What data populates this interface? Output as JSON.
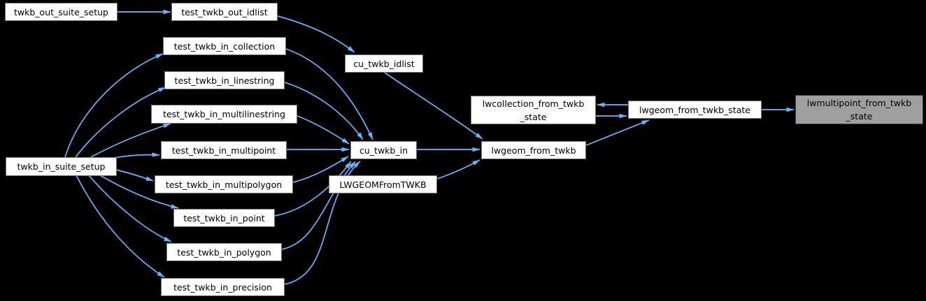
{
  "diagram": {
    "type": "call-graph",
    "background_color": "#000000",
    "edge_color": "#63b8ff",
    "node_fill": "#ffffff",
    "node_border": "#747474",
    "node_text_color": "#000000",
    "highlight_fill": "#9f9f9f",
    "highlight_border": "#3c3c3c",
    "highlighted_node": "lwmultipoint_from_twkb_state"
  },
  "nodes": {
    "twkb_out_suite_setup": {
      "label": "twkb_out_suite_setup"
    },
    "test_twkb_out_idlist": {
      "label": "test_twkb_out_idlist"
    },
    "cu_twkb_idlist": {
      "label": "cu_twkb_idlist"
    },
    "test_twkb_in_collection": {
      "label": "test_twkb_in_collection"
    },
    "test_twkb_in_linestring": {
      "label": "test_twkb_in_linestring"
    },
    "test_twkb_in_multilinestring": {
      "label": "test_twkb_in_multilinestring"
    },
    "test_twkb_in_multipoint": {
      "label": "test_twkb_in_multipoint"
    },
    "test_twkb_in_multipolygon": {
      "label": "test_twkb_in_multipolygon"
    },
    "test_twkb_in_point": {
      "label": "test_twkb_in_point"
    },
    "test_twkb_in_polygon": {
      "label": "test_twkb_in_polygon"
    },
    "test_twkb_in_precision": {
      "label": "test_twkb_in_precision"
    },
    "twkb_in_suite_setup": {
      "label": "twkb_in_suite_setup"
    },
    "cu_twkb_in": {
      "label": "cu_twkb_in"
    },
    "LWGEOMFromTWKB": {
      "label": "LWGEOMFromTWKB"
    },
    "lwgeom_from_twkb": {
      "label": "lwgeom_from_twkb"
    },
    "lwcollection_from_twkb_state": {
      "label": "lwcollection_from_twkb\n_state"
    },
    "lwgeom_from_twkb_state": {
      "label": "lwgeom_from_twkb_state"
    },
    "lwmultipoint_from_twkb_state": {
      "label": "lwmultipoint_from_twkb\n_state"
    }
  },
  "edges": [
    {
      "from": "twkb_out_suite_setup",
      "to": "test_twkb_out_idlist"
    },
    {
      "from": "test_twkb_out_idlist",
      "to": "cu_twkb_idlist"
    },
    {
      "from": "cu_twkb_idlist",
      "to": "lwgeom_from_twkb"
    },
    {
      "from": "twkb_in_suite_setup",
      "to": "test_twkb_in_collection"
    },
    {
      "from": "twkb_in_suite_setup",
      "to": "test_twkb_in_linestring"
    },
    {
      "from": "twkb_in_suite_setup",
      "to": "test_twkb_in_multilinestring"
    },
    {
      "from": "twkb_in_suite_setup",
      "to": "test_twkb_in_multipoint"
    },
    {
      "from": "twkb_in_suite_setup",
      "to": "test_twkb_in_multipolygon"
    },
    {
      "from": "twkb_in_suite_setup",
      "to": "test_twkb_in_point"
    },
    {
      "from": "twkb_in_suite_setup",
      "to": "test_twkb_in_polygon"
    },
    {
      "from": "twkb_in_suite_setup",
      "to": "test_twkb_in_precision"
    },
    {
      "from": "test_twkb_in_collection",
      "to": "cu_twkb_in"
    },
    {
      "from": "test_twkb_in_linestring",
      "to": "cu_twkb_in"
    },
    {
      "from": "test_twkb_in_multilinestring",
      "to": "cu_twkb_in"
    },
    {
      "from": "test_twkb_in_multipoint",
      "to": "cu_twkb_in"
    },
    {
      "from": "test_twkb_in_multipolygon",
      "to": "cu_twkb_in"
    },
    {
      "from": "test_twkb_in_point",
      "to": "cu_twkb_in"
    },
    {
      "from": "test_twkb_in_polygon",
      "to": "cu_twkb_in"
    },
    {
      "from": "test_twkb_in_precision",
      "to": "cu_twkb_in"
    },
    {
      "from": "cu_twkb_in",
      "to": "lwgeom_from_twkb"
    },
    {
      "from": "LWGEOMFromTWKB",
      "to": "lwgeom_from_twkb"
    },
    {
      "from": "lwgeom_from_twkb",
      "to": "lwgeom_from_twkb_state"
    },
    {
      "from": "lwcollection_from_twkb_state",
      "to": "lwgeom_from_twkb_state"
    },
    {
      "from": "lwgeom_from_twkb_state",
      "to": "lwcollection_from_twkb_state"
    },
    {
      "from": "lwgeom_from_twkb_state",
      "to": "lwmultipoint_from_twkb_state"
    }
  ]
}
